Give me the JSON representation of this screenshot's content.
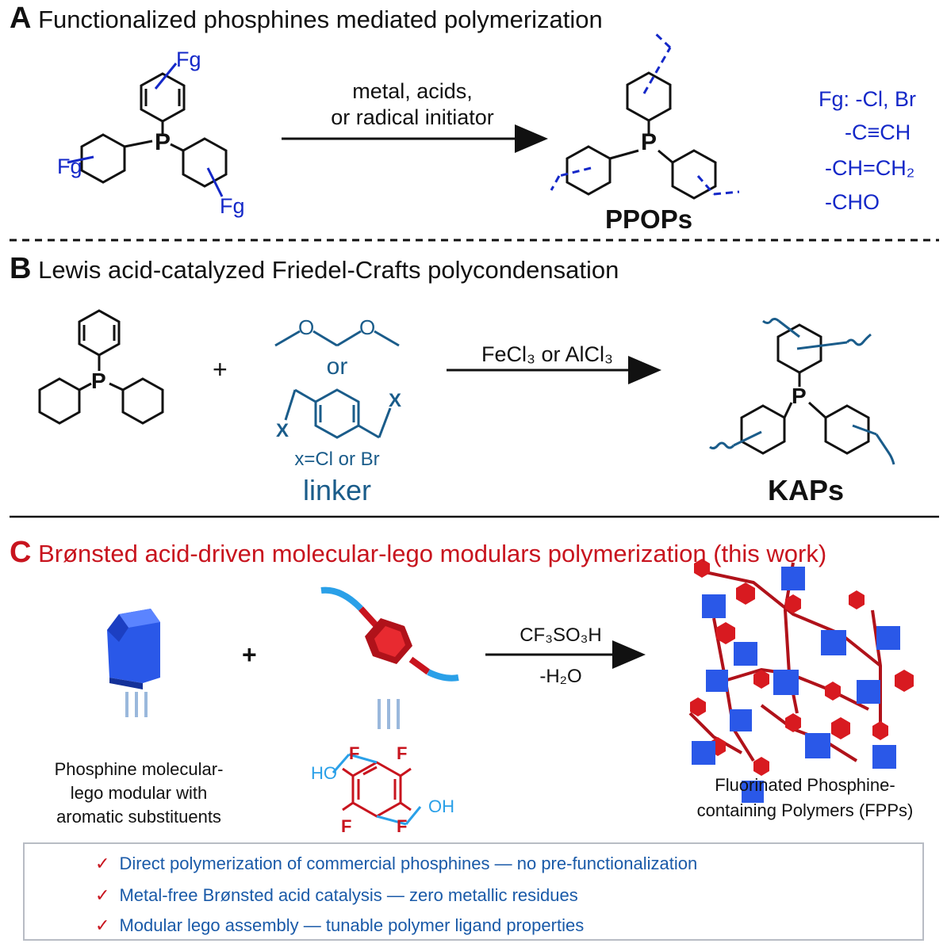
{
  "section_a": {
    "letter": "A",
    "title": "Functionalized phosphines mediated polymerization",
    "reagent_p": "P",
    "fg_label": "Fg",
    "conditions_line1": "metal, acids,",
    "conditions_line2": "or radical initiator",
    "product": "PPOPs",
    "fg_list_title": "Fg: -Cl, Br",
    "fg_list": [
      "-C≡CH",
      "-CH=CH₂",
      "-CHO"
    ]
  },
  "section_b": {
    "letter": "B",
    "title": "Lewis acid-catalyzed Friedel-Crafts polycondensation",
    "reagent_p": "P",
    "plus": "+",
    "linker_or": "or",
    "x_label": "X",
    "o_label": "O",
    "linker_note": "x=Cl or Br",
    "linker_label": "linker",
    "conditions": "FeCl₃ or AlCl₃",
    "product_p": "P",
    "product": "KAPs"
  },
  "section_c": {
    "letter": "C",
    "title": "Brønsted acid-driven molecular-lego modulars polymerization (this work)",
    "plus": "+",
    "equiv": "III",
    "conditions_line1": "CF₃SO₃H",
    "conditions_line2": "-H₂O",
    "left_caption": [
      "Phosphine molecular-",
      "lego modular with",
      "aromatic substituents"
    ],
    "ho_label": "HO",
    "oh_label": "OH",
    "f_label": "F",
    "product_caption": [
      "Fluorinated Phosphine-",
      "containing Polymers (FPPs)"
    ]
  },
  "highlights": {
    "check": "✓",
    "items": [
      "Direct polymerization of commercial phosphines — no pre-functionalization",
      "Metal-free Brønsted acid catalysis — zero metallic residues",
      "Modular lego assembly — tunable polymer ligand properties"
    ]
  },
  "colors": {
    "fg_blue": "#1428c8",
    "linker_blue": "#1a5c8a",
    "red": "#c8141e",
    "cube_blue": "#2255e0",
    "highlight_text": "#1a5aa8"
  }
}
